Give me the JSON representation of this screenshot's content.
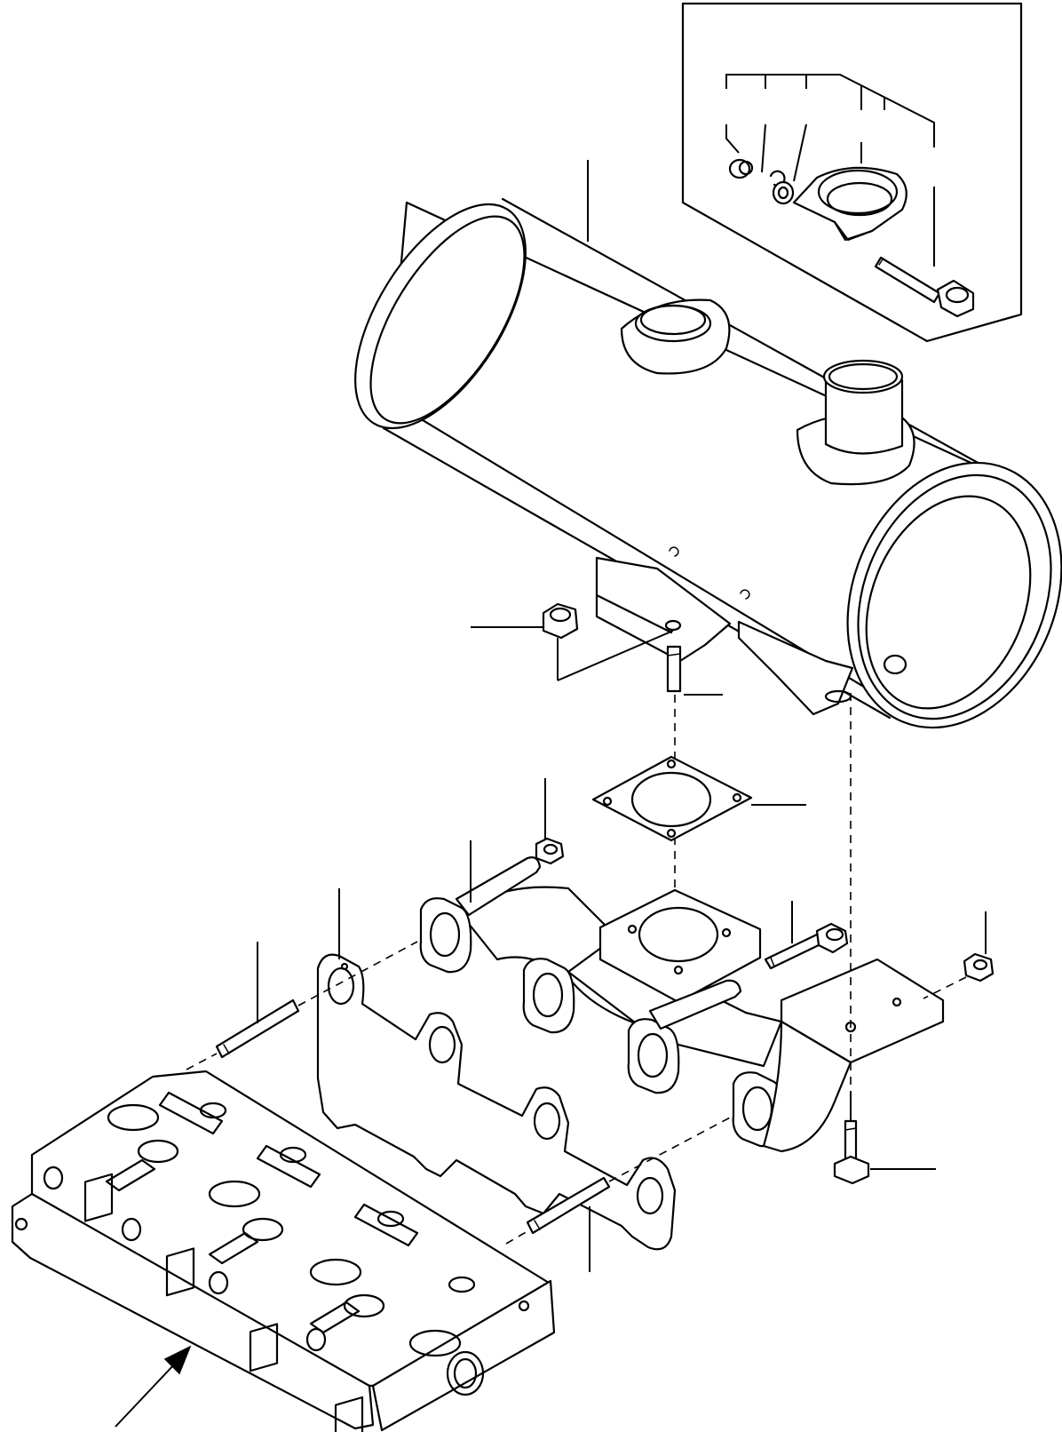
{
  "diagram": {
    "background": "#ffffff",
    "line_color": "#000000",
    "parts": [
      "muffler",
      "muffler-clamp-detail",
      "flange-nut",
      "stud",
      "gasket",
      "exhaust-manifold",
      "manifold-gasket",
      "cylinder-head",
      "bracket-bolt",
      "manifold-bolt"
    ],
    "icons": [
      "callout-leader-line",
      "direction-arrow"
    ]
  }
}
